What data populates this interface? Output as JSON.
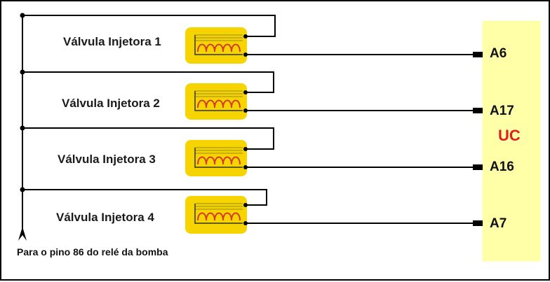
{
  "valves": [
    {
      "label": "Válvula Injetora 1",
      "pin": "A6"
    },
    {
      "label": "Válvula Injetora 2",
      "pin": "A17"
    },
    {
      "label": "Válvula Injetora 3",
      "pin": "A16"
    },
    {
      "label": "Válvula Injetora 4",
      "pin": "A7"
    }
  ],
  "uc": {
    "label": "UC"
  },
  "footer": "Para o pino 86 do relé da bomba",
  "colors": {
    "uc_fill": "#ffffa8",
    "valve_fill": "#f6d400",
    "coil": "#d43a2c",
    "uc_text": "#e02020",
    "wire": "#000000"
  }
}
